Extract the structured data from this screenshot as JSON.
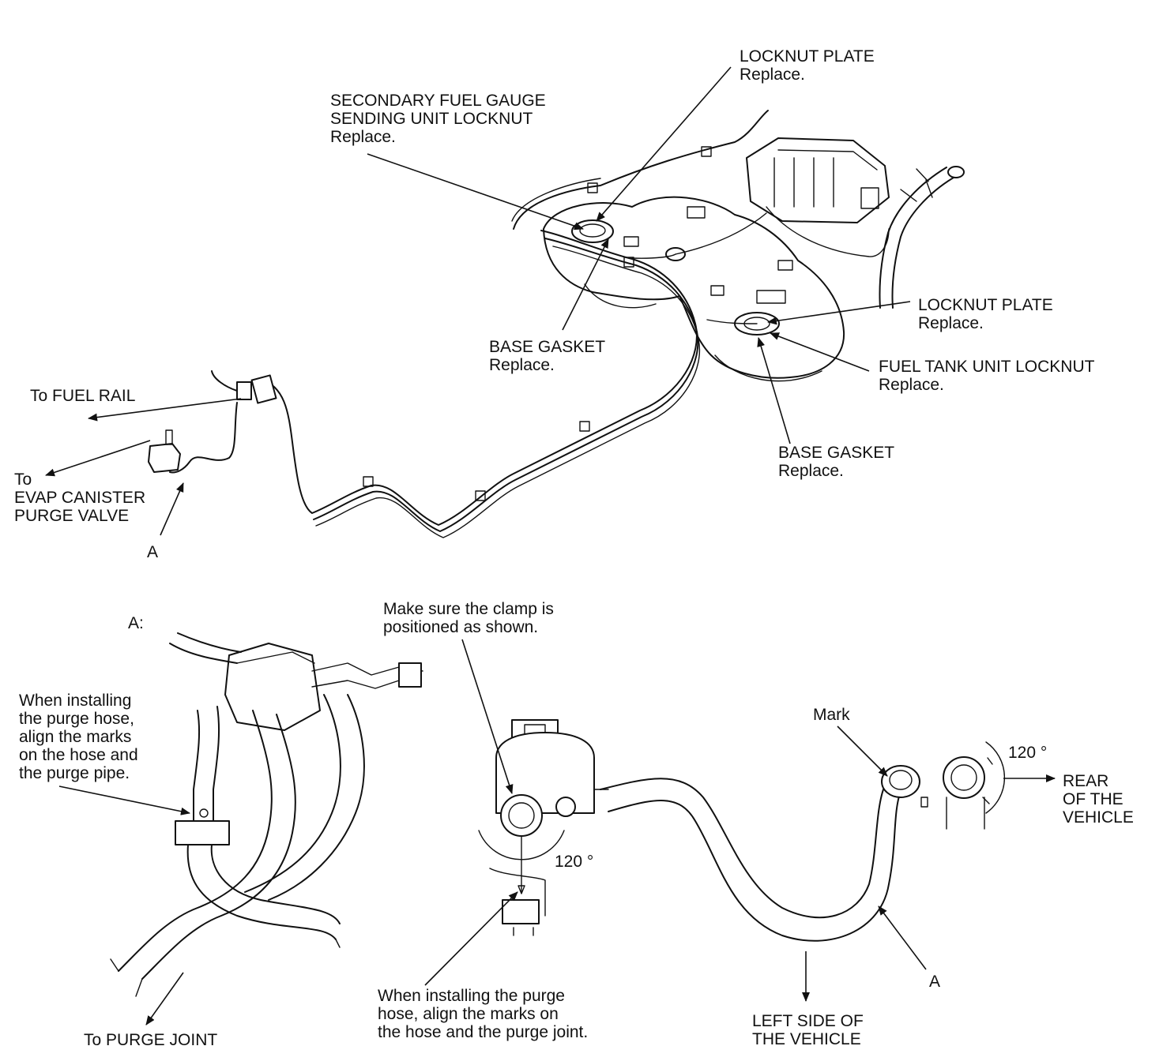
{
  "labels": {
    "locknut_plate_top": [
      "LOCKNUT PLATE",
      "Replace."
    ],
    "secondary_locknut": [
      "SECONDARY FUEL GAUGE",
      "SENDING UNIT LOCKNUT",
      "Replace."
    ],
    "base_gasket_left": [
      "BASE GASKET",
      "Replace."
    ],
    "locknut_plate_right": [
      "LOCKNUT PLATE",
      "Replace."
    ],
    "fuel_tank_unit_locknut": [
      "FUEL TANK UNIT LOCKNUT",
      "Replace."
    ],
    "base_gasket_right": [
      "BASE GASKET",
      "Replace."
    ],
    "to_fuel_rail": [
      "To FUEL RAIL"
    ],
    "to_evap": [
      "To",
      "EVAP CANISTER",
      "PURGE VALVE"
    ],
    "a_top": [
      "A"
    ],
    "a_detail": [
      "A:"
    ],
    "purge_hose_pipe_note": [
      "When installing",
      "the purge hose,",
      "align the marks",
      "on the hose and",
      "the purge pipe."
    ],
    "to_purge_joint": [
      "To PURGE JOINT"
    ],
    "clamp_note": [
      "Make sure the clamp is",
      "positioned as shown."
    ],
    "angle_left": [
      "120 °"
    ],
    "purge_joint_note": [
      "When installing the purge",
      "hose, align the marks on",
      "the hose and the purge joint."
    ],
    "mark": [
      "Mark"
    ],
    "angle_right": [
      "120 °"
    ],
    "rear_of_vehicle": [
      "REAR",
      "OF THE",
      "VEHICLE"
    ],
    "a_bottom": [
      "A"
    ],
    "left_side_of_vehicle": [
      "LEFT SIDE OF",
      "THE VEHICLE"
    ]
  }
}
